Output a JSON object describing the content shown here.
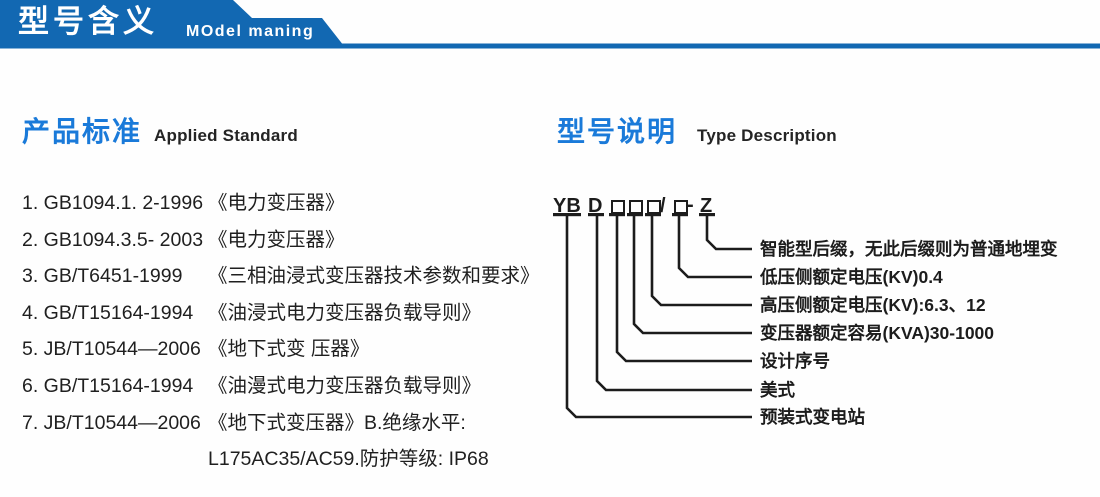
{
  "header": {
    "title": "型号含义",
    "subtitle": "MOdel maning"
  },
  "colors": {
    "banner_blue": "#1268b2",
    "heading_blue": "#1a7ad9",
    "text_dark": "#1c1c1c"
  },
  "left_section": {
    "heading": "产品标准",
    "heading_en": "Applied Standard",
    "items": [
      {
        "code": "1. GB1094.1. 2-1996",
        "title": "《电力变压器》"
      },
      {
        "code": "2. GB1094.3.5- 2003",
        "title": "《电力变压器》"
      },
      {
        "code": "3. GB/T6451-1999",
        "title": "《三相油浸式变压器技术参数和要求》"
      },
      {
        "code": "4. GB/T15164-1994",
        "title": "《油浸式电力变压器负载导则》"
      },
      {
        "code": "5. JB/T10544—2006",
        "title": "《地下式变 压器》"
      },
      {
        "code": "6. GB/T15164-1994",
        "title": "《油漫式电力变压器负载导则》"
      },
      {
        "code": "7. JB/T10544—2006",
        "title": "《地下式变压器》B.绝缘水平:"
      }
    ],
    "continuation": "L175AC35/AC59.防护等级: IP68"
  },
  "right_section": {
    "heading": "型号说明",
    "heading_en": "Type Description",
    "model_code": {
      "full": "YBD□□□/□-Z",
      "part_yb": "YB",
      "part_d": "D",
      "part_slash": "/",
      "part_dash": "-",
      "part_z": "Z"
    },
    "labels": [
      "智能型后缀，无此后缀则为普通地埋变",
      "低压侧额定电压(KV)0.4",
      "高压侧额定电压(KV):6.3、12",
      "变压器额定容易(KVA)30-1000",
      "设计序号",
      "美式",
      "预装式变电站"
    ]
  }
}
